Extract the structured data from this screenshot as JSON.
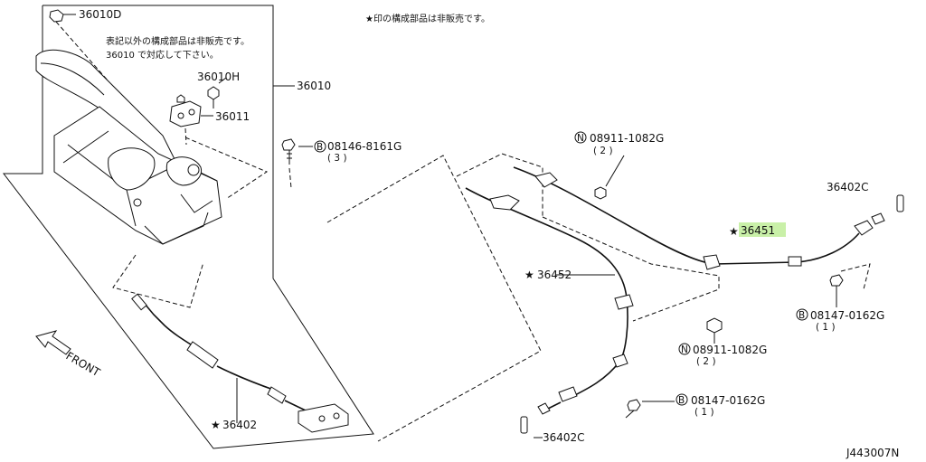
{
  "header_note": "★印の構成部品は非販売です。",
  "inset_note": [
    "表記以外の構成部品は非販売です。",
    "36010 で対応して下さい。"
  ],
  "front_label": "FRONT",
  "diagram_id": "J443007N",
  "parts": {
    "p36010D": "36010D",
    "p36010H": "36010H",
    "p36011": "36011",
    "p36010": "36010",
    "p08146": {
      "code": "08146-8161G",
      "prefix": "B",
      "qty": "( 3 )"
    },
    "p08911_top": {
      "code": "08911-1082G",
      "prefix": "N",
      "qty": "( 2 )"
    },
    "p36402C_top": "36402C",
    "p36451": "36451",
    "p36452": "36452",
    "p08147_right": {
      "code": "08147-0162G",
      "prefix": "B",
      "qty": "( 1 )"
    },
    "p08911_bottom": {
      "code": "08911-1082G",
      "prefix": "N",
      "qty": "( 2 )"
    },
    "p08147_bottom": {
      "code": "08147-0162G",
      "prefix": "B",
      "qty": "( 1 )"
    },
    "p36402C_bottom": "36402C",
    "p36402": "36402"
  },
  "star_mark": "★",
  "highlight_color": "#c9f0a8"
}
